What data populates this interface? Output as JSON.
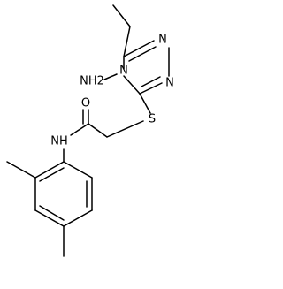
{
  "molecule": {
    "atom_labels": {
      "amino_n": "NH2",
      "triazole_n_top": "N",
      "triazole_n_bottom": "N",
      "triazole_n4": "N",
      "sulfur": "S",
      "oxygen": "O",
      "amide_nh": "NH"
    }
  }
}
